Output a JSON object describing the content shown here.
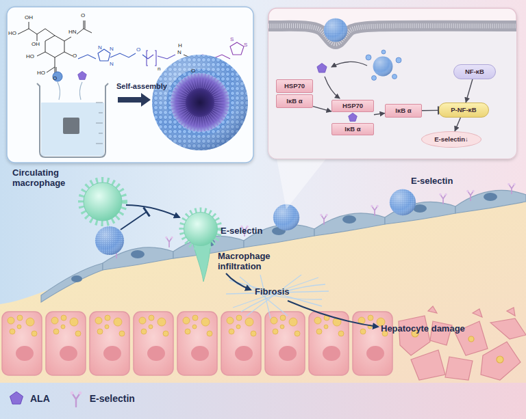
{
  "diagram": {
    "nodes": [
      {
        "text": [
          "HSP70"
        ]
      },
      {
        "text": [
          "IκB α"
        ]
      },
      {
        "text": [
          "HSP70",
          "IκB α"
        ]
      },
      {
        "text": [
          "IκB α"
        ]
      },
      {
        "text": [
          "NF-κB"
        ]
      },
      {
        "text": [
          "P-NF-κB"
        ]
      },
      {
        "text": [
          "E-selectin↓"
        ]
      }
    ],
    "edges": [
      {
        "from": 1,
        "to": 2,
        "arrow": "to"
      },
      {
        "from": 2,
        "to": 3,
        "arrow": "to"
      },
      {
        "from": 3,
        "to": 5,
        "arrow": "none"
      },
      {
        "from": 4,
        "to": 5,
        "arrow": "to"
      },
      {
        "from": 5,
        "to": 6,
        "arrow": "to"
      }
    ],
    "labels": [
      "HO",
      "OH",
      "OH",
      "HN",
      "O",
      "HO",
      "O",
      "HO",
      "O",
      "N",
      "N",
      "N",
      "O",
      "n",
      "N",
      "H",
      "O",
      "S",
      "S",
      "Self-assembly",
      "Circulating macrophage",
      "E-selectin",
      "Macrophage infiltration",
      "E-selectin",
      "Fibrosis",
      "Hepatocyte damage"
    ],
    "legend": [
      {
        "text": "ALA"
      },
      {
        "text": "E-selectin"
      }
    ]
  }
}
